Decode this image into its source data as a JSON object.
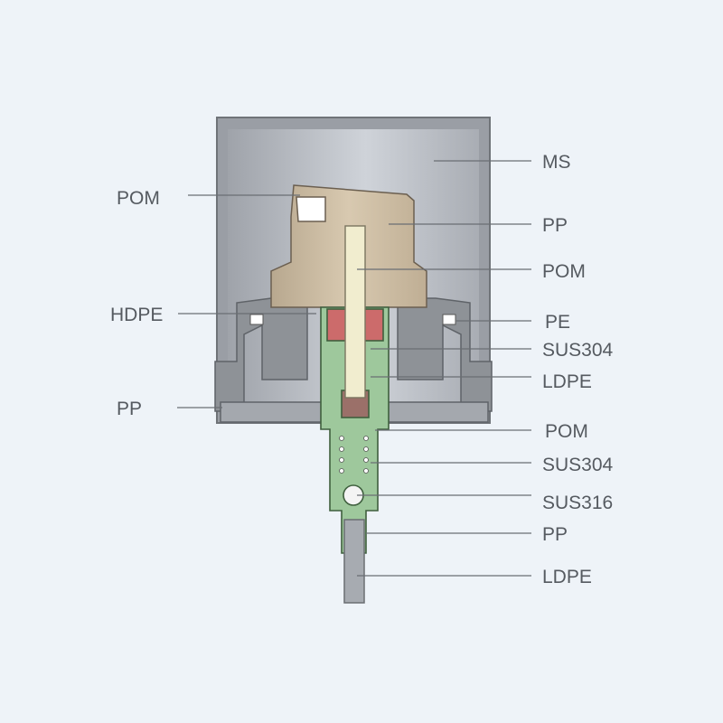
{
  "labels_left": [
    "POM",
    "HDPE",
    "PP"
  ],
  "labels_right": [
    "MS",
    "PP",
    "POM",
    "PE",
    "SUS304",
    "LDPE",
    "POM",
    "SUS304",
    "SUS316",
    "PP",
    "LDPE"
  ],
  "colors": {
    "background": "#eef3f8",
    "shell": "#b9bdc5",
    "actuator": "#c8b79e",
    "stem": "#f1edcf",
    "body": "#9ec89c",
    "gasket": "#cc6b6b",
    "text": "#555a60"
  }
}
